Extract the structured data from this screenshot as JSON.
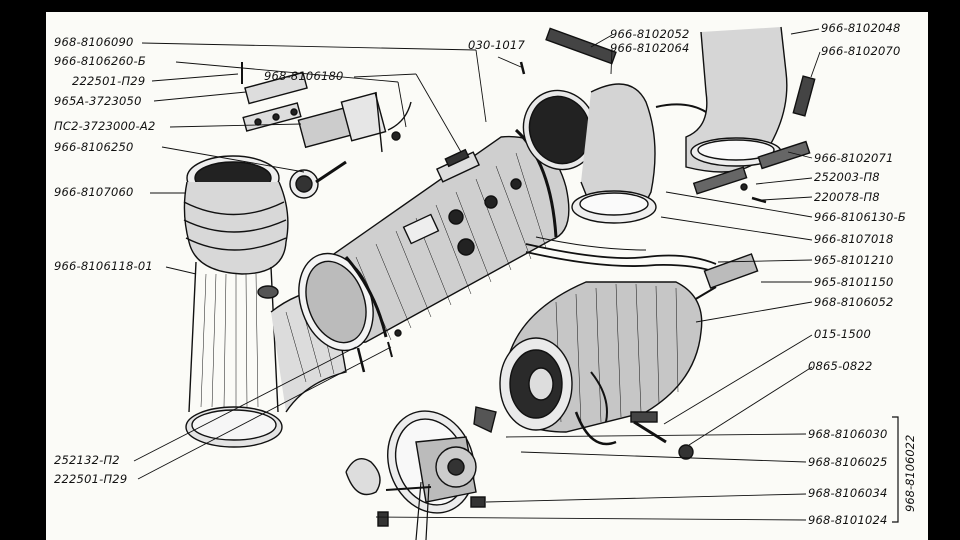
{
  "diagram": {
    "labels": {
      "l1": "968-8106090",
      "l2": "966-8106260-Б",
      "l3": "222501-П29",
      "l4": "965А-3723050",
      "l5": "ПС2-3723000-А2",
      "l6": "966-8106250",
      "l7": "966-8107060",
      "l8": "966-8106118-01",
      "l9": "968-8106180",
      "l10": "030-1017",
      "l11": "966-8102052",
      "l12": "966-8102064",
      "l13": "966-8102048",
      "l14": "966-8102070",
      "l15": "966-8102071",
      "l16": "252003-П8",
      "l17": "220078-П8",
      "l18": "966-8106130-Б",
      "l19": "966-8107018",
      "l20": "965-8101210",
      "l21": "965-8101150",
      "l22": "968-8106052",
      "l23": "015-1500",
      "l24": "0865-0822",
      "l25": "968-8106030",
      "l26": "968-8106025",
      "l27": "968-8106034",
      "l28": "968-8101024",
      "l29": "252132-П2",
      "l30": "222501-П29"
    },
    "group_label": "968-8106022"
  }
}
